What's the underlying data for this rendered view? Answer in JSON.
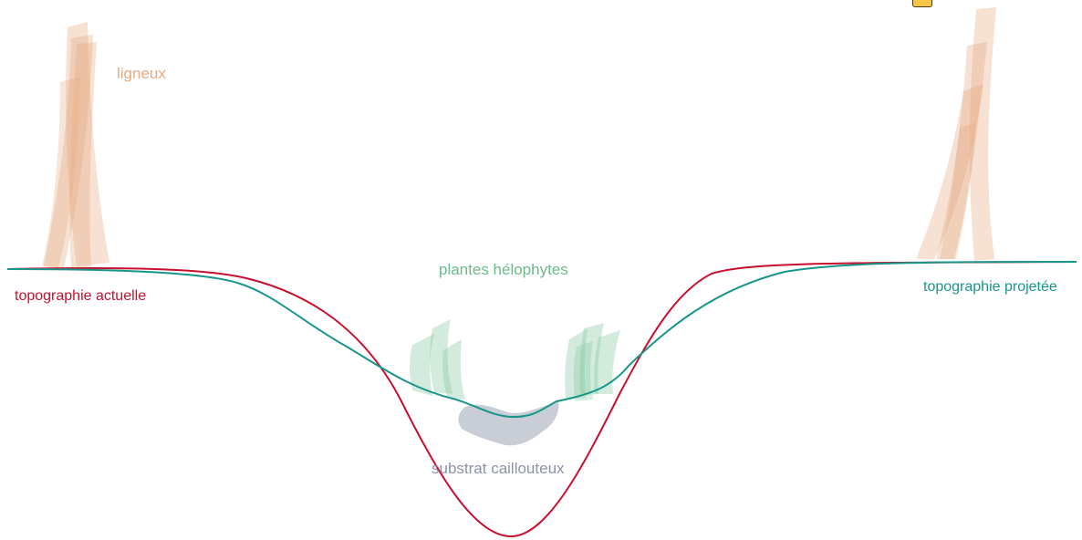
{
  "labels": {
    "ligneux": "ligneux",
    "plantes_helophytes": "plantes hélophytes",
    "substrat_caillouteux": "substrat caillouteux",
    "topographie_actuelle": "topographie actuelle",
    "topographie_projetee": "topographie projetée"
  },
  "colors": {
    "topographie_actuelle": "#c8102e",
    "topographie_projetee": "#18968a",
    "ligneux": "#e6a882",
    "helophytes": "#7fc79a",
    "substrat": "#b7bcc8",
    "ligneux_label": "#e8a985",
    "helophytes_label": "#6cbb8c",
    "substrat_label": "#8b93a6",
    "badge": "#f6c744"
  }
}
